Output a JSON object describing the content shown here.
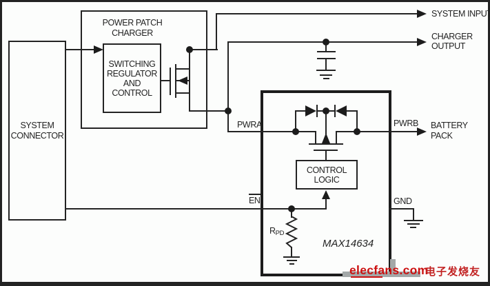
{
  "diagram": {
    "blocks": {
      "system_connector": {
        "line1": "SYSTEM",
        "line2": "CONNECTOR"
      },
      "power_patch_charger": {
        "line1": "POWER PATCH",
        "line2": "CHARGER"
      },
      "switching_regulator": {
        "lines": [
          "SWITCHING",
          "REGULATOR",
          "AND",
          "CONTROL"
        ]
      },
      "control_logic": {
        "line1": "CONTROL",
        "line2": "LOGIC"
      },
      "chip_name": "MAX14634"
    },
    "pins": {
      "pwra": "PWRA",
      "pwrb": "PWRB",
      "en": "EN",
      "gnd": "GND"
    },
    "ports": {
      "system_input": "SYSTEM INPUT",
      "charger_output": {
        "line1": "CHARGER",
        "line2": "OUTPUT"
      },
      "battery_pack": {
        "line1": "BATTERY",
        "line2": "PACK"
      }
    },
    "components": {
      "pulldown_resistor": {
        "symbol": "R",
        "subscript": "PD"
      }
    },
    "colors": {
      "line": "#232323",
      "watermark_red": "#cc1111",
      "watermark_grey": "#a3a8a8"
    }
  },
  "watermark": {
    "site": "elecfans.com",
    "suffix_cn": "电子发烧友"
  }
}
